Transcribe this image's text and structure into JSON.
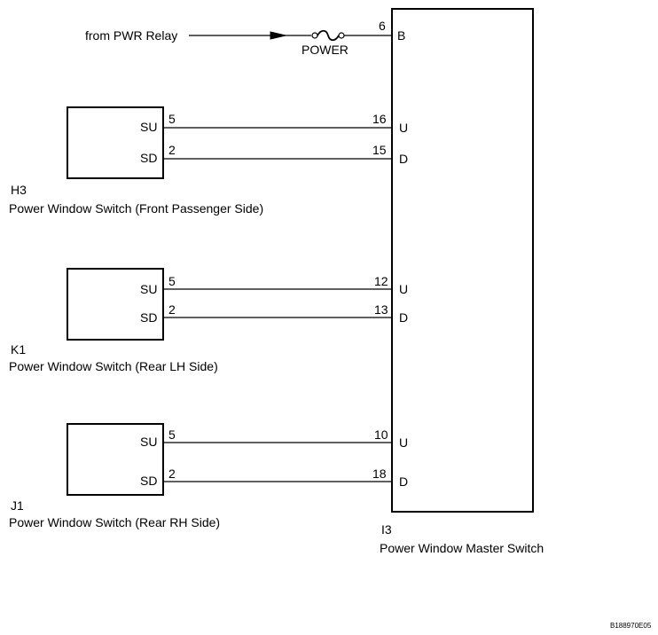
{
  "source": {
    "label": "from PWR Relay",
    "fuse_label": "POWER",
    "pin": "6",
    "terminal": "B"
  },
  "master": {
    "code": "I3",
    "name": "Power Window Master Switch"
  },
  "switches": [
    {
      "code": "H3",
      "name": "Power Window Switch (Front Passenger Side)",
      "terminals": [
        {
          "label": "SU",
          "pin": "5",
          "master_pin": "16",
          "master_terminal": "U"
        },
        {
          "label": "SD",
          "pin": "2",
          "master_pin": "15",
          "master_terminal": "D"
        }
      ]
    },
    {
      "code": "K1",
      "name": "Power Window Switch (Rear LH Side)",
      "terminals": [
        {
          "label": "SU",
          "pin": "5",
          "master_pin": "12",
          "master_terminal": "U"
        },
        {
          "label": "SD",
          "pin": "2",
          "master_pin": "13",
          "master_terminal": "D"
        }
      ]
    },
    {
      "code": "J1",
      "name": "Power Window Switch (Rear RH Side)",
      "terminals": [
        {
          "label": "SU",
          "pin": "5",
          "master_pin": "10",
          "master_terminal": "U"
        },
        {
          "label": "SD",
          "pin": "2",
          "master_pin": "18",
          "master_terminal": "D"
        }
      ]
    }
  ],
  "figure_code": "B188970E05"
}
